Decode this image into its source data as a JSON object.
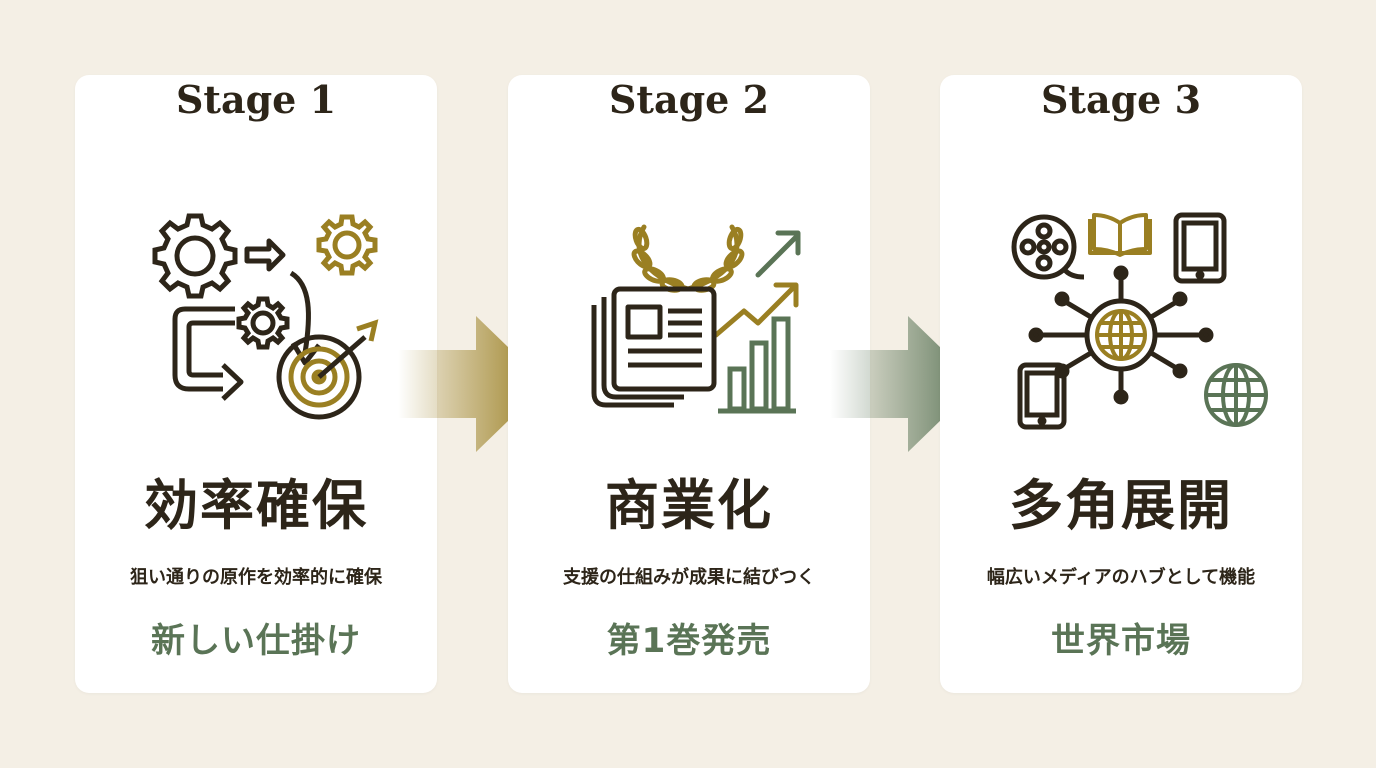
{
  "stages": [
    {
      "label": "Stage 1",
      "headline": "効率確保",
      "description": "狙い通りの原作を効率的に確保",
      "tag": "新しい仕掛け"
    },
    {
      "label": "Stage 2",
      "headline": "商業化",
      "description": "支援の仕組みが成果に結びつく",
      "tag": "第1巻発売"
    },
    {
      "label": "Stage 3",
      "headline": "多角展開",
      "description": "幅広いメディアのハブとして機能",
      "tag": "世界市場"
    }
  ],
  "colors": {
    "background": "#f4efe5",
    "card": "#ffffff",
    "dark": "#2d2519",
    "gold": "#9a7f22",
    "green": "#5a7456"
  },
  "icons": [
    [
      "gear-icon",
      "arrow-icon",
      "target-icon",
      "loop-arrow-icon"
    ],
    [
      "laurel-icon",
      "newspaper-icon",
      "trend-arrow-icon",
      "bar-chart-icon"
    ],
    [
      "film-reel-icon",
      "book-icon",
      "tablet-icon",
      "globe-icon",
      "network-hub-icon"
    ]
  ]
}
